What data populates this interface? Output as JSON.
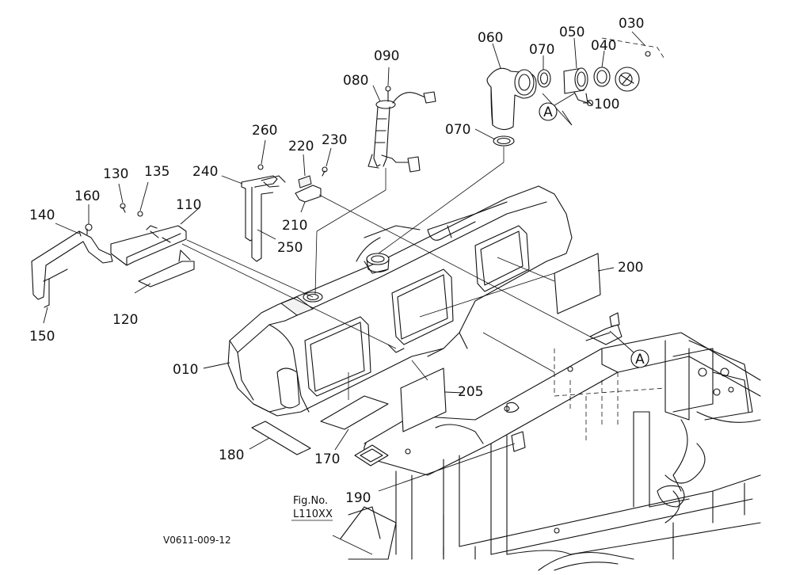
{
  "diagram": {
    "parts": [
      {
        "id": "010",
        "label": "010"
      },
      {
        "id": "030",
        "label": "030"
      },
      {
        "id": "040",
        "label": "040"
      },
      {
        "id": "050",
        "label": "050"
      },
      {
        "id": "060",
        "label": "060"
      },
      {
        "id": "070a",
        "label": "070"
      },
      {
        "id": "070b",
        "label": "070"
      },
      {
        "id": "080",
        "label": "080"
      },
      {
        "id": "090",
        "label": "090"
      },
      {
        "id": "100",
        "label": "100"
      },
      {
        "id": "110",
        "label": "110"
      },
      {
        "id": "120",
        "label": "120"
      },
      {
        "id": "130",
        "label": "130"
      },
      {
        "id": "135",
        "label": "135"
      },
      {
        "id": "140",
        "label": "140"
      },
      {
        "id": "150",
        "label": "150"
      },
      {
        "id": "160",
        "label": "160"
      },
      {
        "id": "170",
        "label": "170"
      },
      {
        "id": "180",
        "label": "180"
      },
      {
        "id": "190",
        "label": "190"
      },
      {
        "id": "200",
        "label": "200"
      },
      {
        "id": "205",
        "label": "205"
      },
      {
        "id": "210",
        "label": "210"
      },
      {
        "id": "220",
        "label": "220"
      },
      {
        "id": "230",
        "label": "230"
      },
      {
        "id": "240",
        "label": "240"
      },
      {
        "id": "250",
        "label": "250"
      },
      {
        "id": "260",
        "label": "260"
      }
    ],
    "callouts": [
      {
        "id": "A1",
        "label": "A"
      },
      {
        "id": "A2",
        "label": "A"
      }
    ],
    "figure_ref": {
      "line1": "Fig.No.",
      "line2": "L110XX"
    },
    "drawing_code": "V0611-009-12"
  }
}
